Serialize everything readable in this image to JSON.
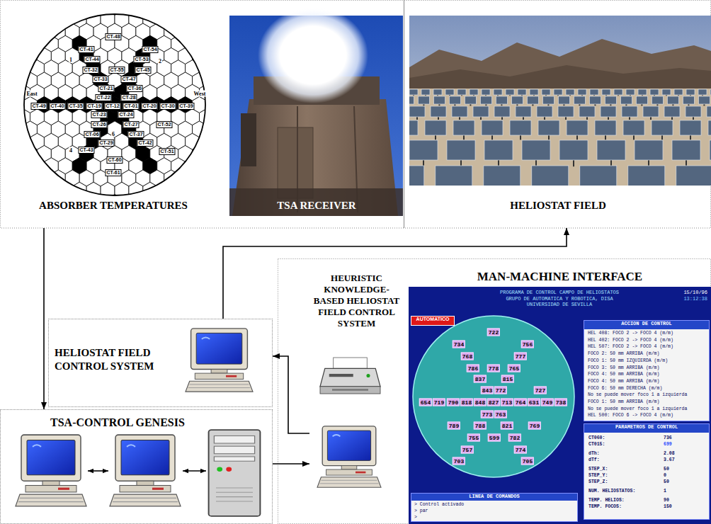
{
  "diagram": {
    "nodes": [
      {
        "text": [
          "ABSORBER TEMPERATURES"
        ]
      },
      {
        "text": [
          "TSA RECEIVER"
        ]
      },
      {
        "text": [
          "HELIOSTAT FIELD"
        ]
      },
      {
        "text": [
          "HELIOSTAT FIELD CONTROL SYSTEM"
        ]
      },
      {
        "text": [
          "TSA-CONTROL GENESIS"
        ]
      },
      {
        "text": [
          "HEURISTIC KNOWLEDGE-BASED HELIOSTAT FIELD CONTROL SYSTEM"
        ]
      },
      {
        "text": [
          "MAN-MACHINE INTERFACE",
          "PROGRAMA DE CONTROL CAMPO DE HELIOSTATOS",
          "GRUPO DE AUTOMATICA Y ROBOTICA, DISA",
          "UNIVERSIDAD DE SEVILLA",
          "15/10/96",
          "13:12:38"
        ]
      },
      {
        "text": [
          "AUTOMATICO"
        ],
        "in": 6
      },
      {
        "text": [
          "ACCION DE CONTROL",
          "HEL 408: FOCO 2 -> FOCO 4 (m/m)",
          "HEL 402: FOCO 2 -> FOCO 4 (m/m)",
          "HEL 507: FOCO 2 -> FOCO 4 (m/m)",
          "FOCO 2: 50 mm ARRIBA (m/m)",
          "FOCO 1: 50 mm IZQUIERDA (m/m)",
          "FOCO 3: 50 mm ARRIBA (m/m)",
          "FOCO 4: 50 mm ARRIBA (m/m)",
          "FOCO 4: 50 mm ARRIBA (m/m)",
          "FOCO 6: 50 mm DERECHA (m/m)",
          "No se puede mover foco 1 a izquierda",
          "FOCO 1: 50 mm ARRIBA (m/m)",
          "No se puede mover foco 1 a izquierda",
          "HEL 500: FOCO 6 -> FOCO 4 (m/m)"
        ],
        "in": 6
      },
      {
        "text": [
          "PARAMETROS DE CONTROL",
          "CT060:",
          "736",
          "CT015:",
          "699",
          "dTh:",
          "2.08",
          "dTf:",
          "3.67",
          "STEP_X:",
          "50",
          "STEP_Y:",
          "0",
          "STEP_Z:",
          "50",
          "NUM. HELIOSTATOS:",
          "1",
          "TEMP. HELIOS:",
          "90",
          "TEMP. FOCOS:",
          "150"
        ],
        "in": 6
      },
      {
        "text": [
          "LINEA DE COMANDOS",
          "> Control activado",
          "> par",
          ">"
        ],
        "in": 6
      }
    ],
    "edges": [
      {
        "from": 0,
        "to": 4,
        "arrow": "to"
      },
      {
        "from": 3,
        "to": 2,
        "arrow": "to"
      },
      {
        "from": 5,
        "to": 3,
        "arrow": "to"
      },
      {
        "from": 4,
        "to": 5,
        "arrow": "to"
      }
    ],
    "labels": [
      "CT-48",
      "CT-41",
      "CT-54",
      "1",
      "CT-44",
      "CT-53",
      "2",
      "CT-32",
      "CT-55",
      "CT-45",
      "CT-33",
      "CT-47",
      "CT-21",
      "CT-36",
      "East",
      "West",
      "CT-22",
      "CT-28",
      "CT-49",
      "CT-40",
      "CT-35",
      "CT-19",
      "CT-12",
      "CT-01",
      "CT-20",
      "CT-30",
      "CT-39",
      "CT-23",
      "CT-24",
      "CT-26",
      "CT-27",
      "CT-52",
      "6",
      "CT-06",
      "CT-37",
      "CT-29",
      "CT-42",
      "4",
      "CT-43",
      "CT-51",
      "CT-60",
      "CT-61",
      "722",
      "734",
      "756",
      "768",
      "777",
      "786",
      "778",
      "765",
      "837",
      "815",
      "843",
      "772",
      "727",
      "654",
      "719",
      "790",
      "818",
      "848",
      "827",
      "713",
      "764",
      "631",
      "749",
      "738",
      "773",
      "763",
      "789",
      "788",
      "821",
      "769",
      "755",
      "599",
      "782",
      "757",
      "774",
      "703",
      "705"
    ]
  }
}
